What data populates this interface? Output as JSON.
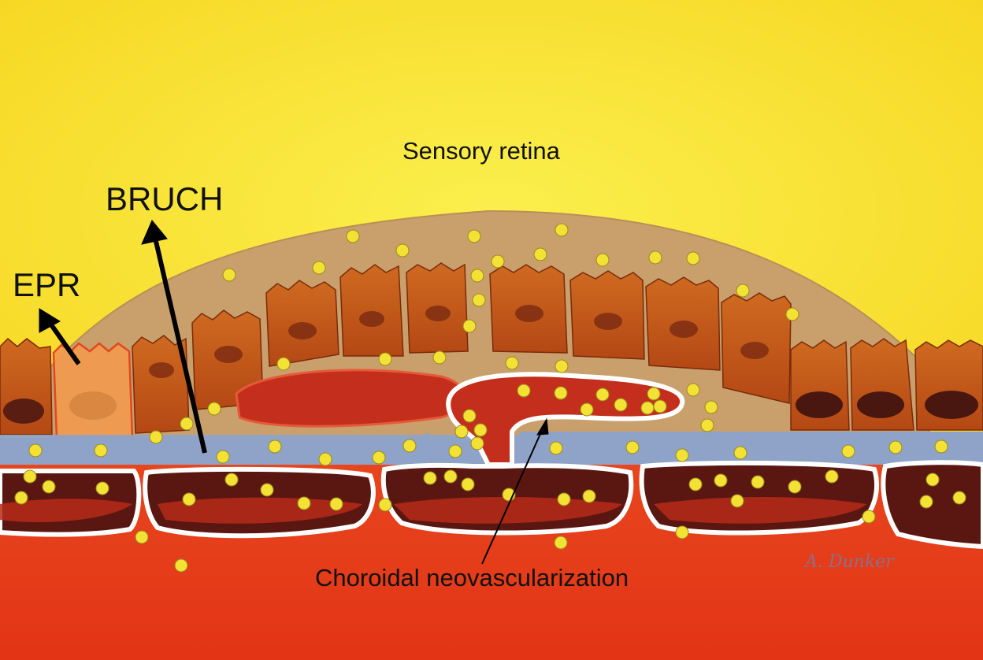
{
  "labels": {
    "sensory_retina": "Sensory retina",
    "bruch": "BRUCH",
    "epr": "EPR",
    "choroidal_neovascularization": "Choroidal neovascularization"
  },
  "signature": "A. Dunker",
  "colors": {
    "retina": "#f7e22c",
    "fluid": "#c9a06b",
    "rpe_cell": "#c4561a",
    "rpe_nucleus": "#5a1d12",
    "bruch_membrane": "#8fa3c8",
    "choroid": "#e23a1a",
    "vessel_lumen": "#5a1712",
    "vessel_wall": "#ffffff",
    "cell_particle": "#f3e233",
    "highlight_cell": "#f29a50",
    "arrow": "#000000"
  }
}
